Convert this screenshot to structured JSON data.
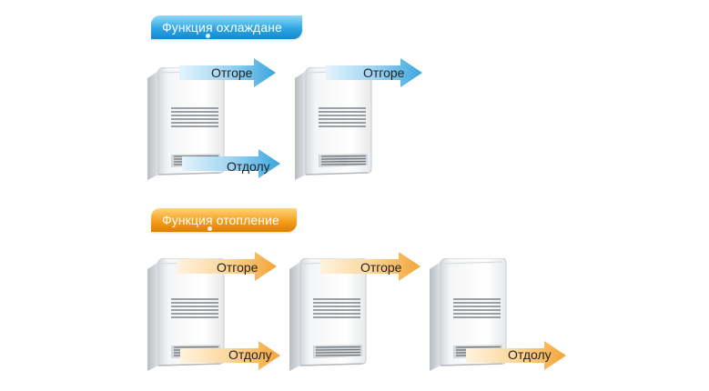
{
  "cooling": {
    "title": "Функция охлаждане",
    "up_label": "Отгоре",
    "down_label": "Отдолу"
  },
  "heating": {
    "title": "Функция отопление",
    "up_label": "Отгоре",
    "down_label": "Отдолу"
  },
  "colors": {
    "cool_arrow": "#5bb8e8",
    "heat_arrow": "#f6b24a",
    "unit_body": "#eef0f2"
  }
}
